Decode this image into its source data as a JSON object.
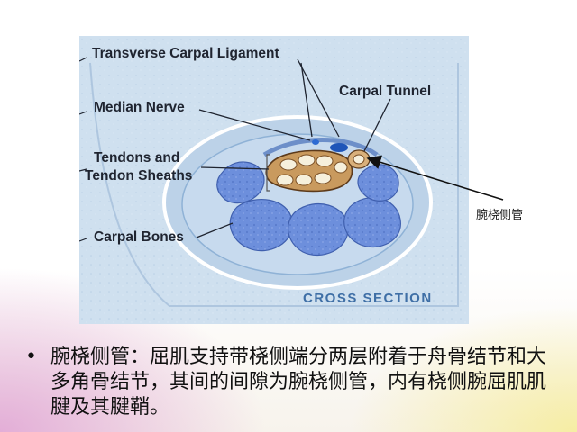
{
  "figure": {
    "labels": {
      "transverse_carpal_ligament": "Transverse Carpal Ligament",
      "median_nerve": "Median Nerve",
      "tendons_line1": "Tendons and",
      "tendons_line2": "Tendon Sheaths",
      "carpal_bones": "Carpal Bones",
      "carpal_tunnel": "Carpal Tunnel",
      "cross_section": "CROSS SECTION"
    }
  },
  "callout": {
    "label": "腕桡侧管"
  },
  "body": {
    "bullet": "•",
    "text": "腕桡侧管：屈肌支持带桡侧端分两层附着于舟骨结节和大多角骨结节，其间的间隙为腕桡侧管，内有桡侧腕屈肌肌腱及其腱鞘。"
  },
  "colors": {
    "figure_background": "#cfe0ef",
    "tunnel_ring": "#e9f1f9",
    "carpal_bone": "#6d8fdc",
    "tendon_fill": "#f1ead2",
    "tendon_outline": "#8a5a2b",
    "nerve": "#1f55b8"
  }
}
